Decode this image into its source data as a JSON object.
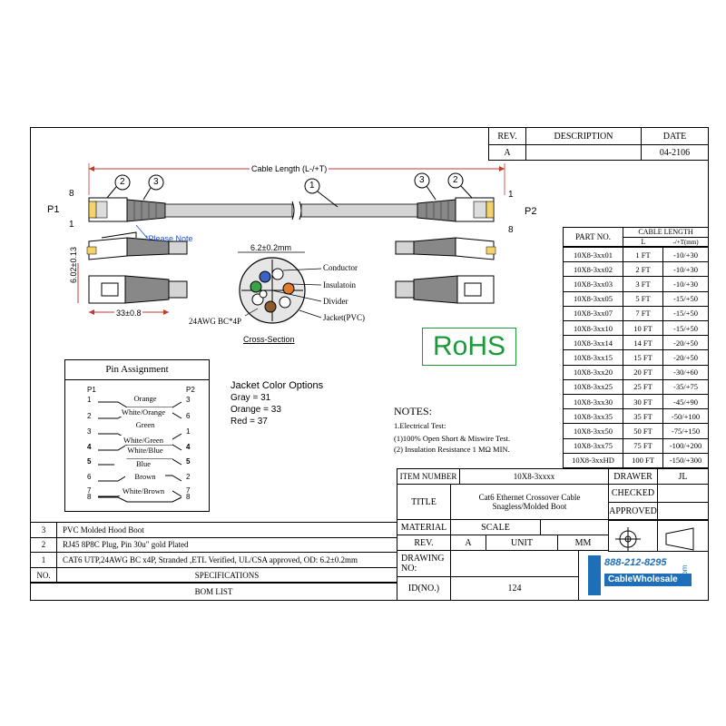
{
  "revision_table": {
    "headers": [
      "REV.",
      "DESCRIPTION",
      "DATE"
    ],
    "row": [
      "A",
      "",
      "04-2106"
    ]
  },
  "drawing": {
    "cable_length_label": "Cable Length (L-/+T)",
    "p1": "P1",
    "p2": "P2",
    "pin8_left": "8",
    "pin1_left": "1",
    "pin1_right": "1",
    "pin8_right": "8",
    "callouts": [
      "1",
      "2",
      "3"
    ],
    "please_note": "*Please Note",
    "dim_height": "6.02±0.13",
    "dim_length": "33±0.8",
    "cross_dim": "6.2±0.2mm",
    "cross_labels": [
      "Conductor",
      "Insulatoin",
      "Divider",
      "Jacket(PVC)"
    ],
    "awg": "24AWG BC*4P",
    "cross_title": "Cross-Section",
    "rohs": "RoHS"
  },
  "cable_table": {
    "header_part": "PART NO.",
    "header_length": "CABLE LENGTH",
    "sub_l": "L",
    "sub_t": "-/+T(mm)",
    "rows": [
      [
        "10X8-3xx01",
        "1 FT",
        "-10/+30"
      ],
      [
        "10X8-3xx02",
        "2 FT",
        "-10/+30"
      ],
      [
        "10X8-3xx03",
        "3 FT",
        "-10/+30"
      ],
      [
        "10X8-3xx05",
        "5 FT",
        "-15/+50"
      ],
      [
        "10X8-3xx07",
        "7 FT",
        "-15/+50"
      ],
      [
        "10X8-3xx10",
        "10 FT",
        "-15/+50"
      ],
      [
        "10X8-3xx14",
        "14 FT",
        "-20/+50"
      ],
      [
        "10X8-3xx15",
        "15 FT",
        "-20/+50"
      ],
      [
        "10X8-3xx20",
        "20 FT",
        "-30/+60"
      ],
      [
        "10X8-3xx25",
        "25 FT",
        "-35/+75"
      ],
      [
        "10X8-3xx30",
        "30 FT",
        "-45/+90"
      ],
      [
        "10X8-3xx35",
        "35 FT",
        "-50/+100"
      ],
      [
        "10X8-3xx50",
        "50 FT",
        "-75/+150"
      ],
      [
        "10X8-3xx75",
        "75 FT",
        "-100/+200"
      ],
      [
        "10X8-3xxHD",
        "100 FT",
        "-150/+300"
      ]
    ]
  },
  "pin_assignment": {
    "title": "Pin Assignment",
    "p1": "P1",
    "p2": "P2",
    "left_pins": [
      "1",
      "2",
      "3",
      "4",
      "5",
      "6",
      "7",
      "8"
    ],
    "right_pins": [
      "3",
      "6",
      "1",
      "4",
      "5",
      "2",
      "7",
      "8"
    ],
    "colors": [
      "Orange",
      "White/Orange",
      "Green",
      "White/Green",
      "White/Blue",
      "Blue",
      "Brown",
      "White/Brown"
    ]
  },
  "jacket": {
    "title": "Jacket Color Options",
    "options": [
      "Gray = 31",
      "Orange = 33",
      "Red = 37"
    ]
  },
  "notes": {
    "title": "NOTES:",
    "lines": [
      "1.Electrical Test:",
      "(1)100% Open Short & Miswire Test.",
      "(2) Insulation Resistance 1 MΩ  MIN."
    ]
  },
  "title_block": {
    "item_number_label": "ITEM NUMBER",
    "item_number": "10X8-3xxxx",
    "drawer_label": "DRAWER",
    "drawer": "JL",
    "title_label": "TITLE",
    "title_line1": "Cat6 Ethernet Crossover Cable",
    "title_line2": "Snagless/Molded Boot",
    "checked_label": "CHECKED",
    "approved_label": "APPROVED",
    "material_label": "MATERIAL",
    "scale_label": "SCALE",
    "rev_label": "REV.",
    "rev": "A",
    "unit_label": "UNIT",
    "unit": "MM",
    "drawing_no_label": "DRAWING NO:",
    "id_label": "ID(NO.)",
    "id": "124"
  },
  "bom": {
    "rows": [
      [
        "3",
        "PVC Molded Hood Boot"
      ],
      [
        "2",
        "RJ45 8P8C  Plug, Pin 30u\" gold Plated"
      ],
      [
        "1",
        "CAT6 UTP,24AWG BC x4P, Stranded ,ETL Verified, UL/CSA approved, OD: 6.2±0.2mm"
      ]
    ],
    "header_no": "NO.",
    "header_spec": "SPECIFICATIONS",
    "footer": "BOM LIST"
  },
  "logo": {
    "phone": "888-212-8295",
    "name": "CableWholesale",
    "domain": ".com"
  },
  "colors": {
    "rohs_green": "#1a9a3a",
    "dim_red": "#c0392b",
    "logo_blue": "#1f6fb8",
    "note_blue": "#2a4fbf"
  }
}
